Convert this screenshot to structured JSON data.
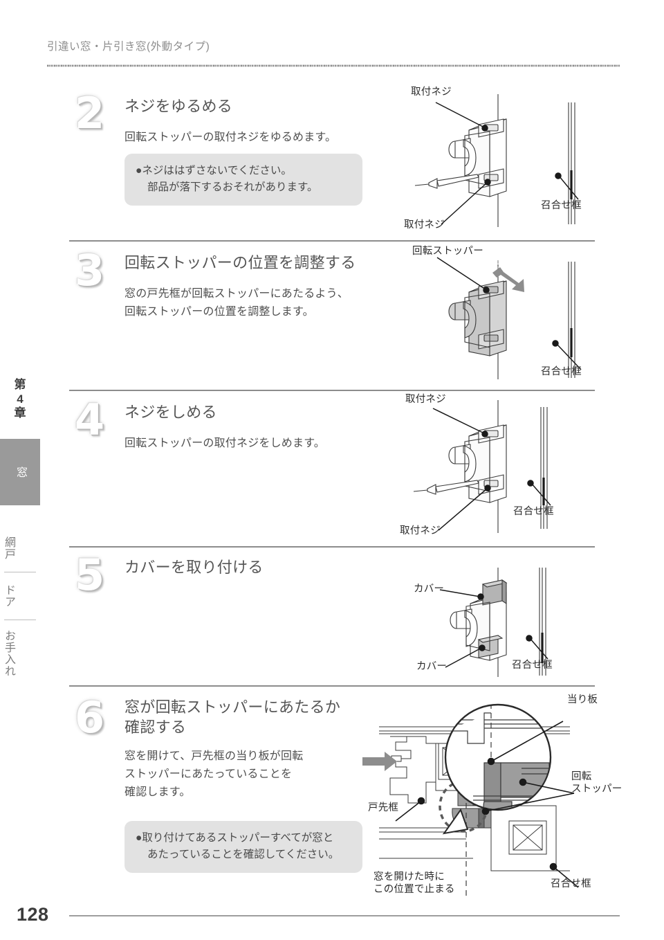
{
  "header": {
    "title": "引違い窓・片引き窓(外動タイプ)"
  },
  "sidebar": {
    "chapter_line1": "第",
    "chapter_line2": "4",
    "chapter_line3": "章",
    "tabs": [
      {
        "label": "窓",
        "active": true
      },
      {
        "label": "網戸",
        "active": false
      },
      {
        "label": "ドア",
        "active": false
      },
      {
        "label": "お手入れ",
        "active": false
      }
    ]
  },
  "footer": {
    "page_number": "128"
  },
  "steps": [
    {
      "number": "2",
      "title": "ネジをゆるめる",
      "body": "回転ストッパーの取付ネジをゆるめます。",
      "callout": {
        "line1": "●ネジははずさないでください。",
        "line2": "部品が落下するおそれがあります。"
      },
      "figure_labels": {
        "screw_top": "取付ネジ",
        "screw_bottom": "取付ネジ",
        "meeting_stile": "召合せ框"
      }
    },
    {
      "number": "3",
      "title": "回転ストッパーの位置を調整する",
      "body_line1": "窓の戸先框が回転ストッパーにあたるよう、",
      "body_line2": "回転ストッパーの位置を調整します。",
      "figure_labels": {
        "rotation_stopper": "回転ストッパー",
        "meeting_stile": "召合せ框"
      }
    },
    {
      "number": "4",
      "title": "ネジをしめる",
      "body": "回転ストッパーの取付ネジをしめます。",
      "figure_labels": {
        "screw_top": "取付ネジ",
        "screw_bottom": "取付ネジ",
        "meeting_stile": "召合せ框"
      }
    },
    {
      "number": "5",
      "title": "カバーを取り付ける",
      "figure_labels": {
        "cover_top": "カバー",
        "cover_bottom": "カバー",
        "meeting_stile": "召合せ框"
      }
    },
    {
      "number": "6",
      "title_line1": "窓が回転ストッパーにあたるか",
      "title_line2": "確認する",
      "body_line1": "窓を開けて、戸先框の当り板が回転",
      "body_line2": "ストッパーにあたっていることを",
      "body_line3": "確認します。",
      "callout": {
        "line1": "●取り付けてあるストッパーすべてが窓と",
        "line2": "あたっていることを確認してください。"
      },
      "figure_labels": {
        "strike_plate": "当り板",
        "rotation_stopper_line1": "回転",
        "rotation_stopper_line2": "ストッパー",
        "leading_stile": "戸先框",
        "meeting_stile": "召合せ框",
        "note_line1": "窓を開けた時に",
        "note_line2": "この位置で止まる"
      }
    }
  ],
  "colors": {
    "active_tab_bg": "#9a9a9a",
    "callout_bg": "#e2e2e2",
    "rule": "#8c8c8c",
    "text": "#4a4a4a",
    "shade": "#9d9d9d"
  }
}
